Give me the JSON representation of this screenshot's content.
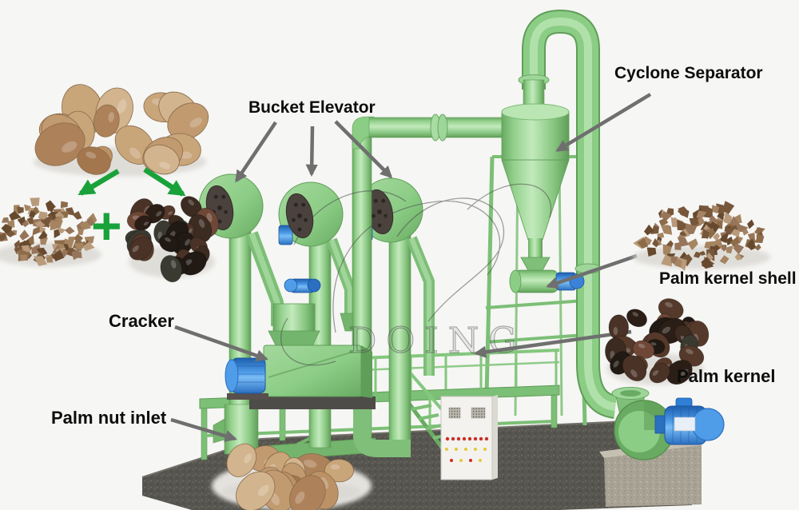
{
  "labels": {
    "bucket_elevator": "Bucket Elevator",
    "cyclone_separator": "Cyclone Separator",
    "palm_kernel_shell": "Palm kernel shell",
    "palm_kernel": "Palm kernel",
    "cracker": "Cracker",
    "palm_nut_inlet": "Palm nut inlet",
    "plus": "+",
    "watermark": "DOING"
  },
  "colors": {
    "machine_green": "#8ccd86",
    "machine_green_dark": "#69ab62",
    "machine_green_light": "#c3eabc",
    "motor_blue": "#2f7fd6",
    "arrow_gray": "#6f6f6f",
    "arrow_green": "#19a23a",
    "label_text": "#0d0d0d",
    "ground_gray": "#57554f",
    "background": "#f6f6f4"
  }
}
